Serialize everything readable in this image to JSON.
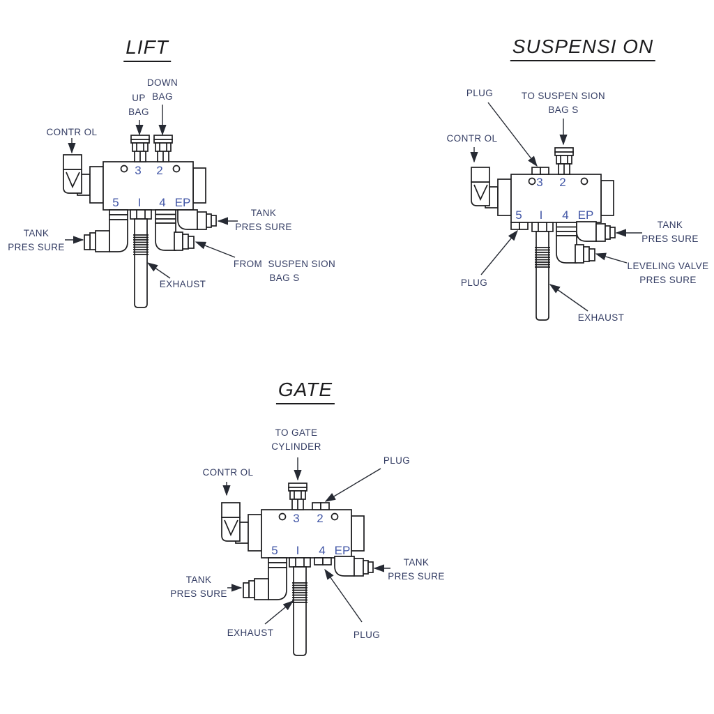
{
  "page": {
    "background": "#ffffff",
    "line_color": "#1c1c1e",
    "label_color": "#333c63",
    "port_number_color": "#4156a6"
  },
  "ports": {
    "p3": "3",
    "p2": "2",
    "p5": "5",
    "pi": "I",
    "p4": "4",
    "ep": "EP"
  },
  "diagrams": {
    "lift": {
      "title": "LIFT",
      "labels": {
        "control": "CONTR OL",
        "up_bag": "UP\nBAG",
        "down_bag": "DOWN\nBAG",
        "tank_pressure_left": "TANK\nPRES SURE",
        "tank_pressure_right": "TANK\nPRES SURE",
        "from_suspension_bags": "FROM  SUSPEN SION\nBAG S",
        "exhaust": "EXHAUST"
      }
    },
    "suspension": {
      "title": "SUSPENSI ON",
      "labels": {
        "plug_top": "PLUG",
        "to_suspension_bags": "TO SUSPEN SION\nBAG S",
        "control": "CONTR OL",
        "tank_pressure": "TANK\nPRES SURE",
        "leveling_valve_pressure": "LEVELING VALVE\nPRES SURE",
        "plug_bottom": "PLUG",
        "exhaust": "EXHAUST"
      }
    },
    "gate": {
      "title": "GATE",
      "labels": {
        "to_gate_cylinder": "TO GATE\nCYLINDER",
        "plug_top": "PLUG",
        "control": "CONTR OL",
        "tank_pressure_left": "TANK\nPRES SURE",
        "tank_pressure_right": "TANK\nPRES SURE",
        "exhaust": "EXHAUST",
        "plug_bottom": "PLUG"
      }
    }
  }
}
